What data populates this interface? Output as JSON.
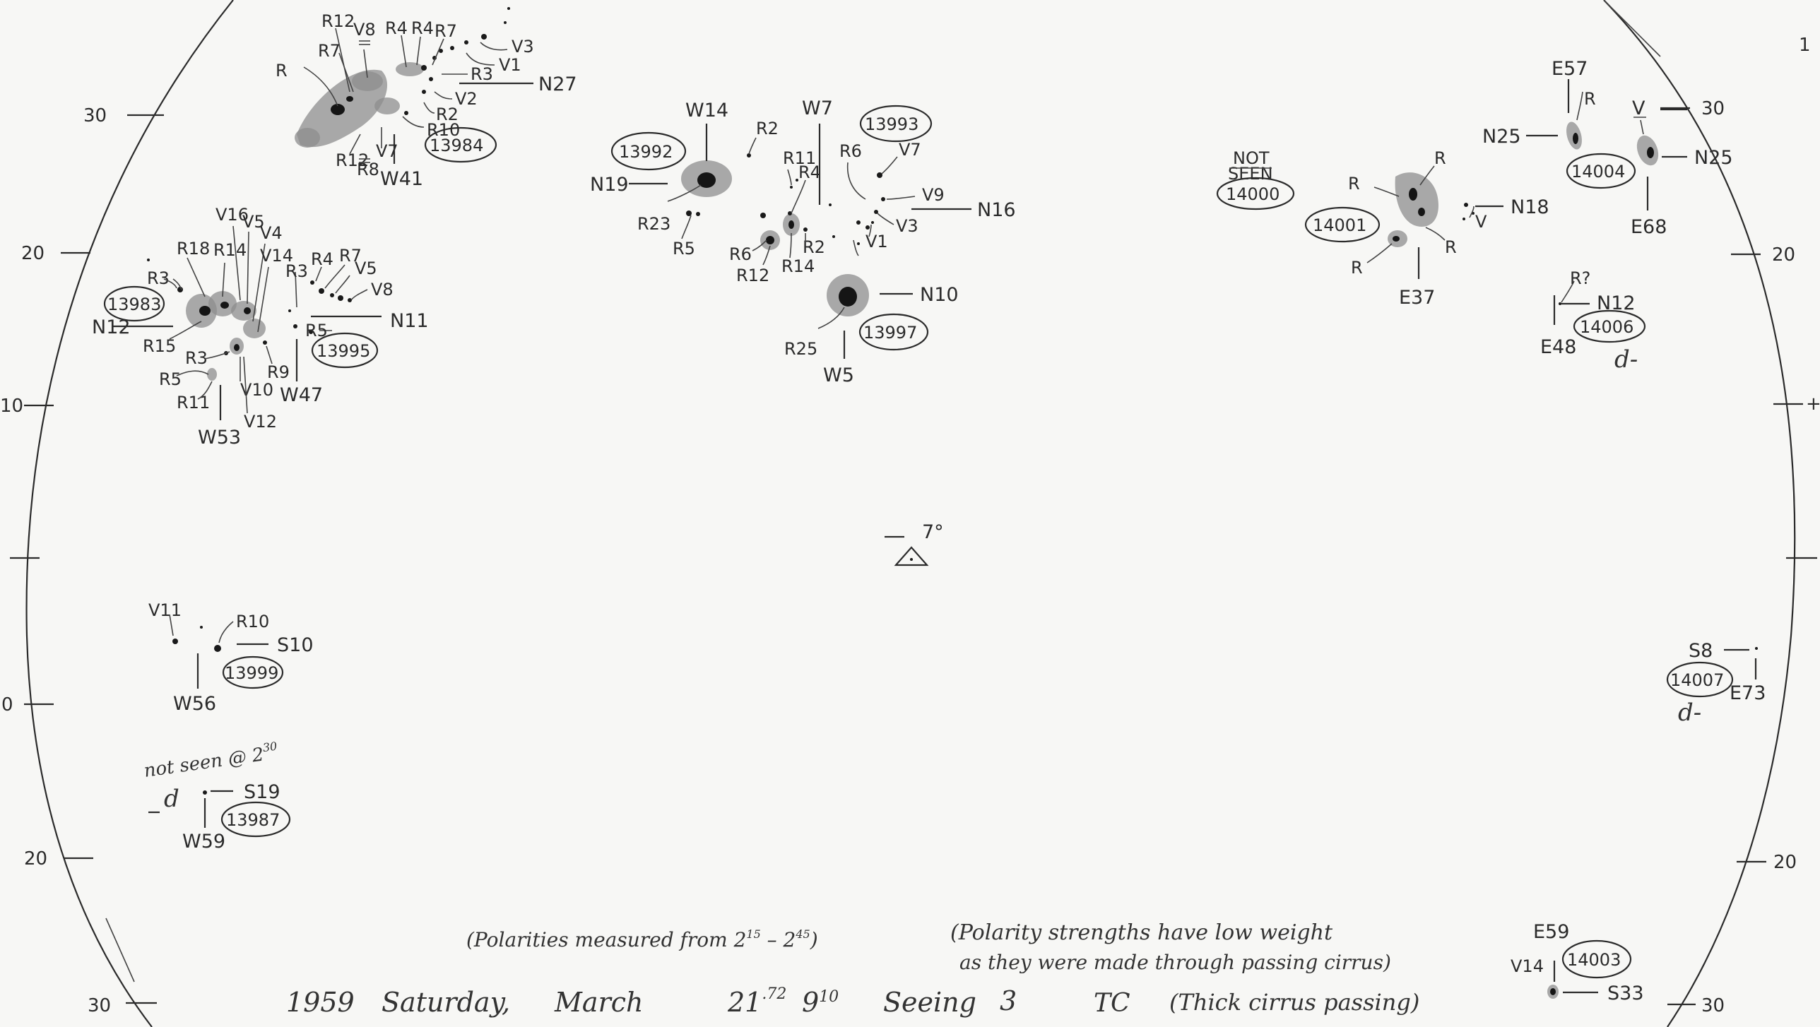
{
  "scale": {
    "left": [
      "30",
      "20",
      "10",
      "0",
      "20",
      "30"
    ],
    "right": [
      "30",
      "20",
      "20",
      "30"
    ],
    "right_edge_marks": [
      "1",
      "+"
    ]
  },
  "groups": [
    {
      "id": "13984",
      "labels": {
        "pos": "N27",
        "cmd": "W41"
      },
      "spots": [
        "R",
        "R12",
        "R7",
        "V8",
        "R4",
        "R4",
        "R7",
        "V3",
        "V1",
        "R3",
        "V2",
        "R2",
        "R10",
        "R12",
        "R8",
        "V7"
      ]
    },
    {
      "id": "13983",
      "labels": {
        "pos": "N12",
        "cmd": "W53"
      },
      "spots": [
        "R18",
        "R14",
        "V16",
        "V5",
        "V4",
        "V14",
        "R3",
        "R15",
        "R3",
        "R5",
        "R11",
        "V10",
        "V12",
        "R9"
      ]
    },
    {
      "id": "13995",
      "labels": {
        "pos": "N11",
        "cmd": "W47"
      },
      "spots": [
        "R3",
        "R4",
        "R7",
        "V5",
        "V8",
        "R5"
      ]
    },
    {
      "id": "13992",
      "labels": {
        "pos": "N19",
        "cmd": "W14"
      },
      "spots": [
        "R23",
        "R5",
        "R2"
      ]
    },
    {
      "id": "13993",
      "labels": {
        "pos": "N16",
        "cmd": "W7"
      },
      "spots": [
        "R11",
        "R4",
        "R6",
        "R12",
        "R14",
        "R2",
        "V7",
        "V9",
        "V3",
        "V1"
      ]
    },
    {
      "id": "13997",
      "labels": {
        "pos": "N10",
        "cmd": "W5"
      },
      "spots": [
        "R25"
      ]
    },
    {
      "id": "13999",
      "labels": {
        "pos": "S10",
        "cmd": "W56"
      },
      "spots": [
        "V11",
        "R10"
      ]
    },
    {
      "id": "13987",
      "labels": {
        "pos": "S19",
        "cmd": "W59"
      },
      "spots": [
        "d"
      ]
    },
    {
      "id": "14000",
      "labels": {
        "pos": "",
        "cmd": ""
      },
      "spots": []
    },
    {
      "id": "14001",
      "labels": {
        "pos": "N18",
        "cmd": "E37"
      },
      "spots": [
        "R",
        "R",
        "R",
        "R",
        "V"
      ]
    },
    {
      "id": "14004",
      "labels": {
        "pos": "N25",
        "cmd": "E57"
      },
      "spots": [
        "R",
        "V",
        "N25",
        "E68"
      ]
    },
    {
      "id": "14006",
      "labels": {
        "pos": "N12",
        "cmd": "E48"
      },
      "spots": [
        "R?",
        "d-"
      ]
    },
    {
      "id": "14007",
      "labels": {
        "pos": "S8",
        "cmd": "E73"
      },
      "spots": [
        "d-"
      ]
    },
    {
      "id": "14003",
      "labels": {
        "pos": "S33",
        "cmd": "E59"
      },
      "spots": [
        "V14"
      ]
    }
  ],
  "texts": {
    "not_seen_line1": "NOT",
    "not_seen_line2": "SEEN",
    "not_seen_at": "not seen @ 2",
    "not_seen_at_sup": "30",
    "center_mark": "7°",
    "polarities_note": "(Polarities measured from 2",
    "polarities_sup1": "15",
    "polarities_mid": " – 2",
    "polarities_sup2": "45",
    "polarities_end": ")",
    "strength_line1": "(Polarity strengths have low weight",
    "strength_line2": "as they were made through passing cirrus)",
    "footer_year": "1959",
    "footer_day": "Saturday,",
    "footer_month": "March",
    "footer_date": "21",
    "footer_date_sup": ".72",
    "footer_time": "9",
    "footer_time_sup": "10",
    "footer_seeing_label": "Seeing",
    "footer_seeing_value": "3",
    "footer_tc": "TC",
    "footer_cirrus": "(Thick cirrus passing)"
  }
}
